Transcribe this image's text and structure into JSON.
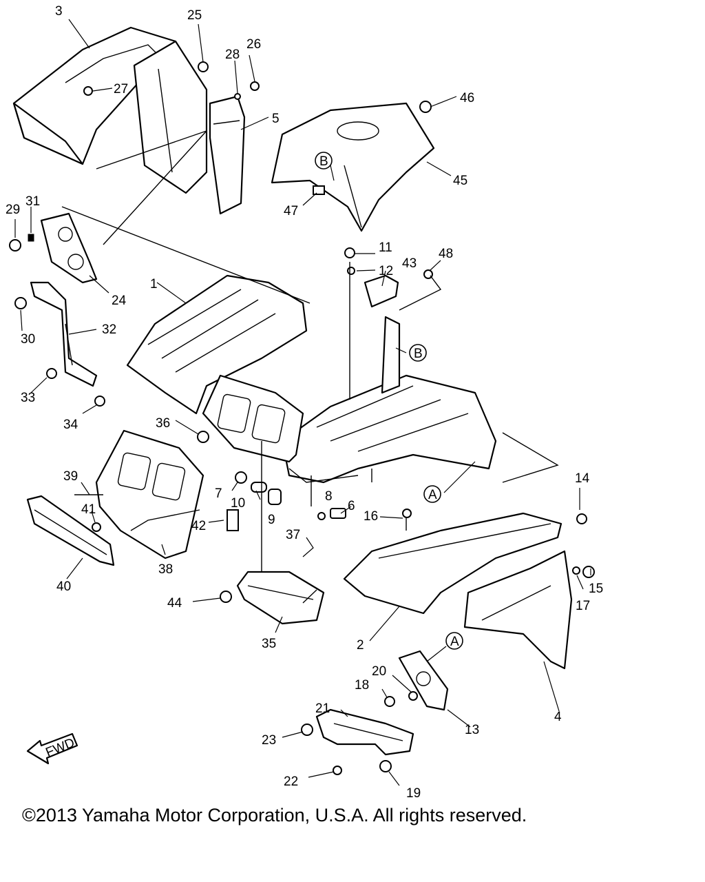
{
  "callouts": [
    "1",
    "2",
    "3",
    "4",
    "5",
    "6",
    "7",
    "8",
    "9",
    "10",
    "11",
    "12",
    "13",
    "14",
    "15",
    "16",
    "17",
    "18",
    "19",
    "20",
    "21",
    "22",
    "23",
    "24",
    "25",
    "26",
    "27",
    "28",
    "29",
    "30",
    "31",
    "32",
    "33",
    "34",
    "35",
    "36",
    "37",
    "38",
    "39",
    "40",
    "41",
    "42",
    "43",
    "44",
    "45",
    "46",
    "47",
    "48"
  ],
  "refs": {
    "a": "A",
    "b": "B"
  },
  "fwd": "FWD",
  "copyright": "©2013 Yamaha Motor Corporation, U.S.A. All rights reserved."
}
